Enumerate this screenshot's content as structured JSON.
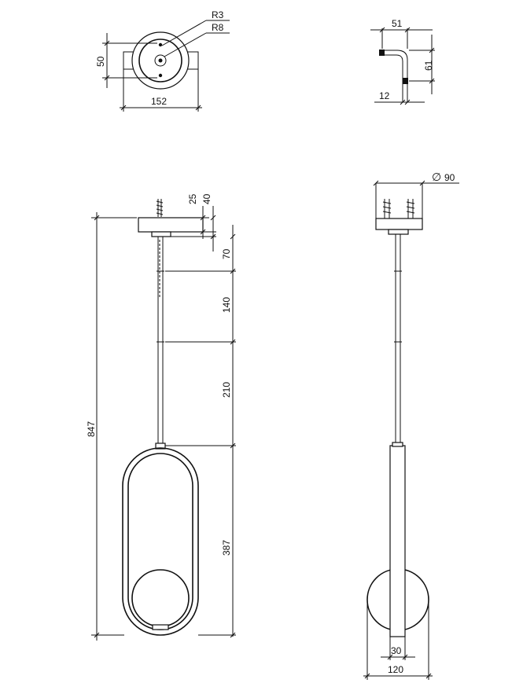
{
  "drawing": {
    "top_view": {
      "r_small": "R3",
      "r_large": "R8",
      "width": "152",
      "height": "50"
    },
    "hook_view": {
      "horizontal": "51",
      "vertical": "61",
      "wire": "12"
    },
    "front_view": {
      "total_height": "847",
      "plate_top": "25",
      "plate_bottom": "40",
      "seg_1": "70",
      "seg_2": "140",
      "seg_3": "210",
      "lamp_height": "387"
    },
    "side_view": {
      "diameter_symbol": "∅",
      "diameter": "90",
      "rod_width": "30",
      "globe_width": "120"
    }
  }
}
